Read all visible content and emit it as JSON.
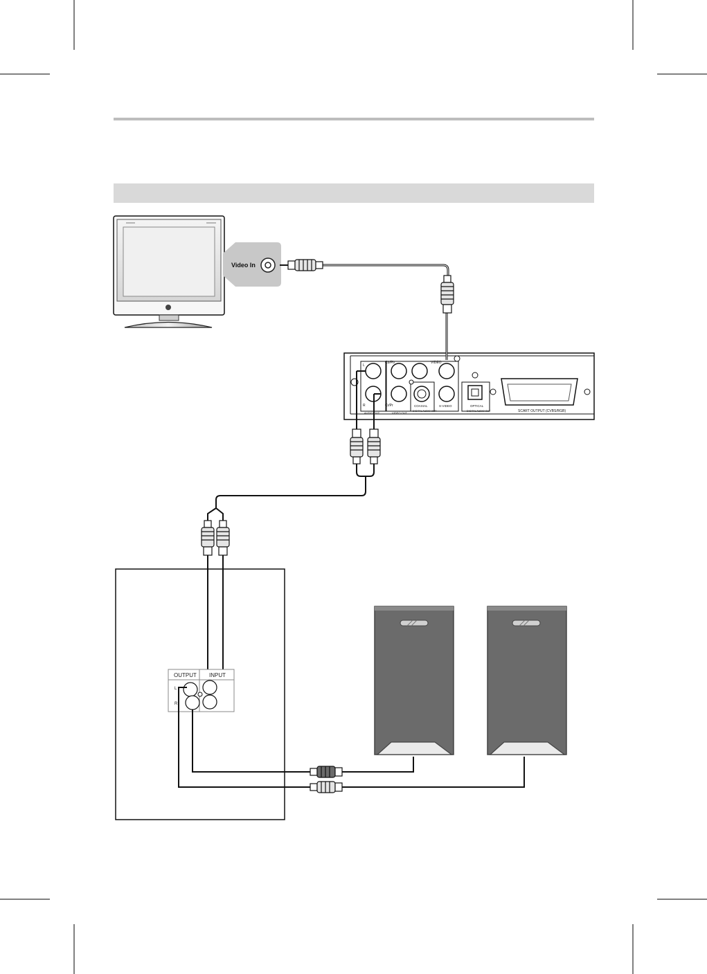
{
  "tv": {
    "connector_label": "Video In"
  },
  "player": {
    "audio_out_left": "L",
    "audio_out_right": "R",
    "audio_out": "AUDIO OUT",
    "video_cb_pb": "Cb/Pb",
    "video_cr_pr": "Cr/Pr",
    "video_out": "VIDEO OUT",
    "video": "VIDEO",
    "coaxial": "COAXIAL",
    "digital_audio_out_coax": "DIGITAL AUDIO OUT",
    "s_video": "S-VIDEO",
    "optical": "OPTICAL",
    "digital_audio_out_opt": "DIGITAL AUDIO OUT",
    "scart": "SCART OUTPUT (CVBS/RGB)"
  },
  "amplifier": {
    "output_label": "OUTPUT",
    "input_label": "INPUT",
    "left_label": "L",
    "right_label": "R"
  },
  "colors": {
    "line": "#111111",
    "speaker": "#6b6b6b",
    "band": "#d9d9d9",
    "rule": "#bdbdbd"
  }
}
